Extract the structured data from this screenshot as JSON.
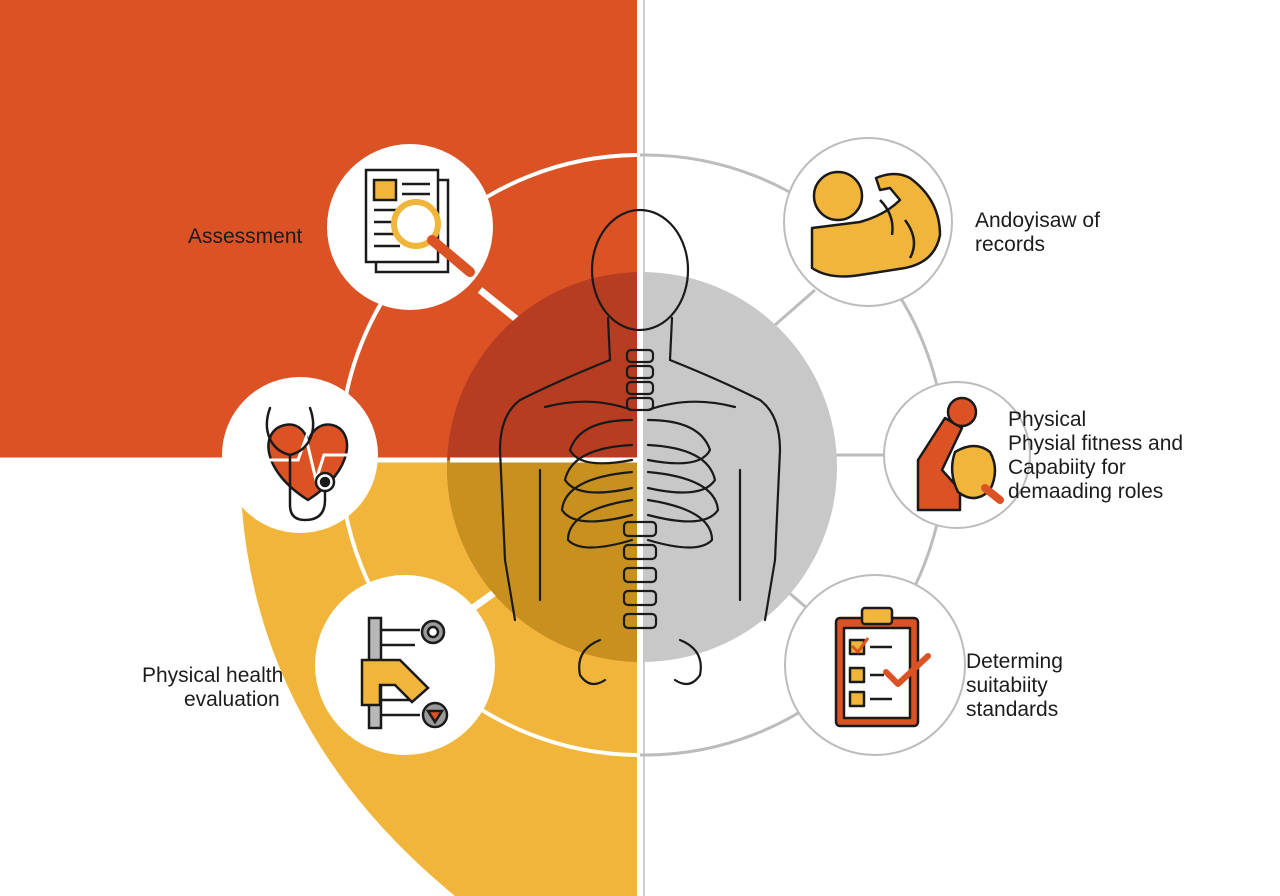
{
  "colors": {
    "orange": "#db5325",
    "yellow": "#f0b53a",
    "dark_red": "#b63d22",
    "gray": "#c8c8c8",
    "line": "#1a1a1a",
    "text": "#1c1c1c"
  },
  "nodes": [
    {
      "id": "assessment",
      "icon": "document-magnifier-icon",
      "lines": [
        "Assessment"
      ]
    },
    {
      "id": "heart",
      "icon": "stethoscope-heart-icon",
      "lines": []
    },
    {
      "id": "physical-health",
      "icon": "flowchart-icon",
      "lines": [
        "Physical health",
        "evaluation"
      ]
    },
    {
      "id": "records",
      "icon": "flexed-arm-icon",
      "lines": [
        "Andoyisaw of",
        "records"
      ]
    },
    {
      "id": "fitness",
      "icon": "kettlebell-arm-icon",
      "lines": [
        "Physical",
        "Physial fitness and",
        "Capabiity for",
        "demaading roles"
      ]
    },
    {
      "id": "standards",
      "icon": "clipboard-checklist-icon",
      "lines": [
        "Determing",
        "suitabiity",
        "standards"
      ]
    }
  ],
  "center": {
    "icon": "human-skeleton-icon"
  }
}
